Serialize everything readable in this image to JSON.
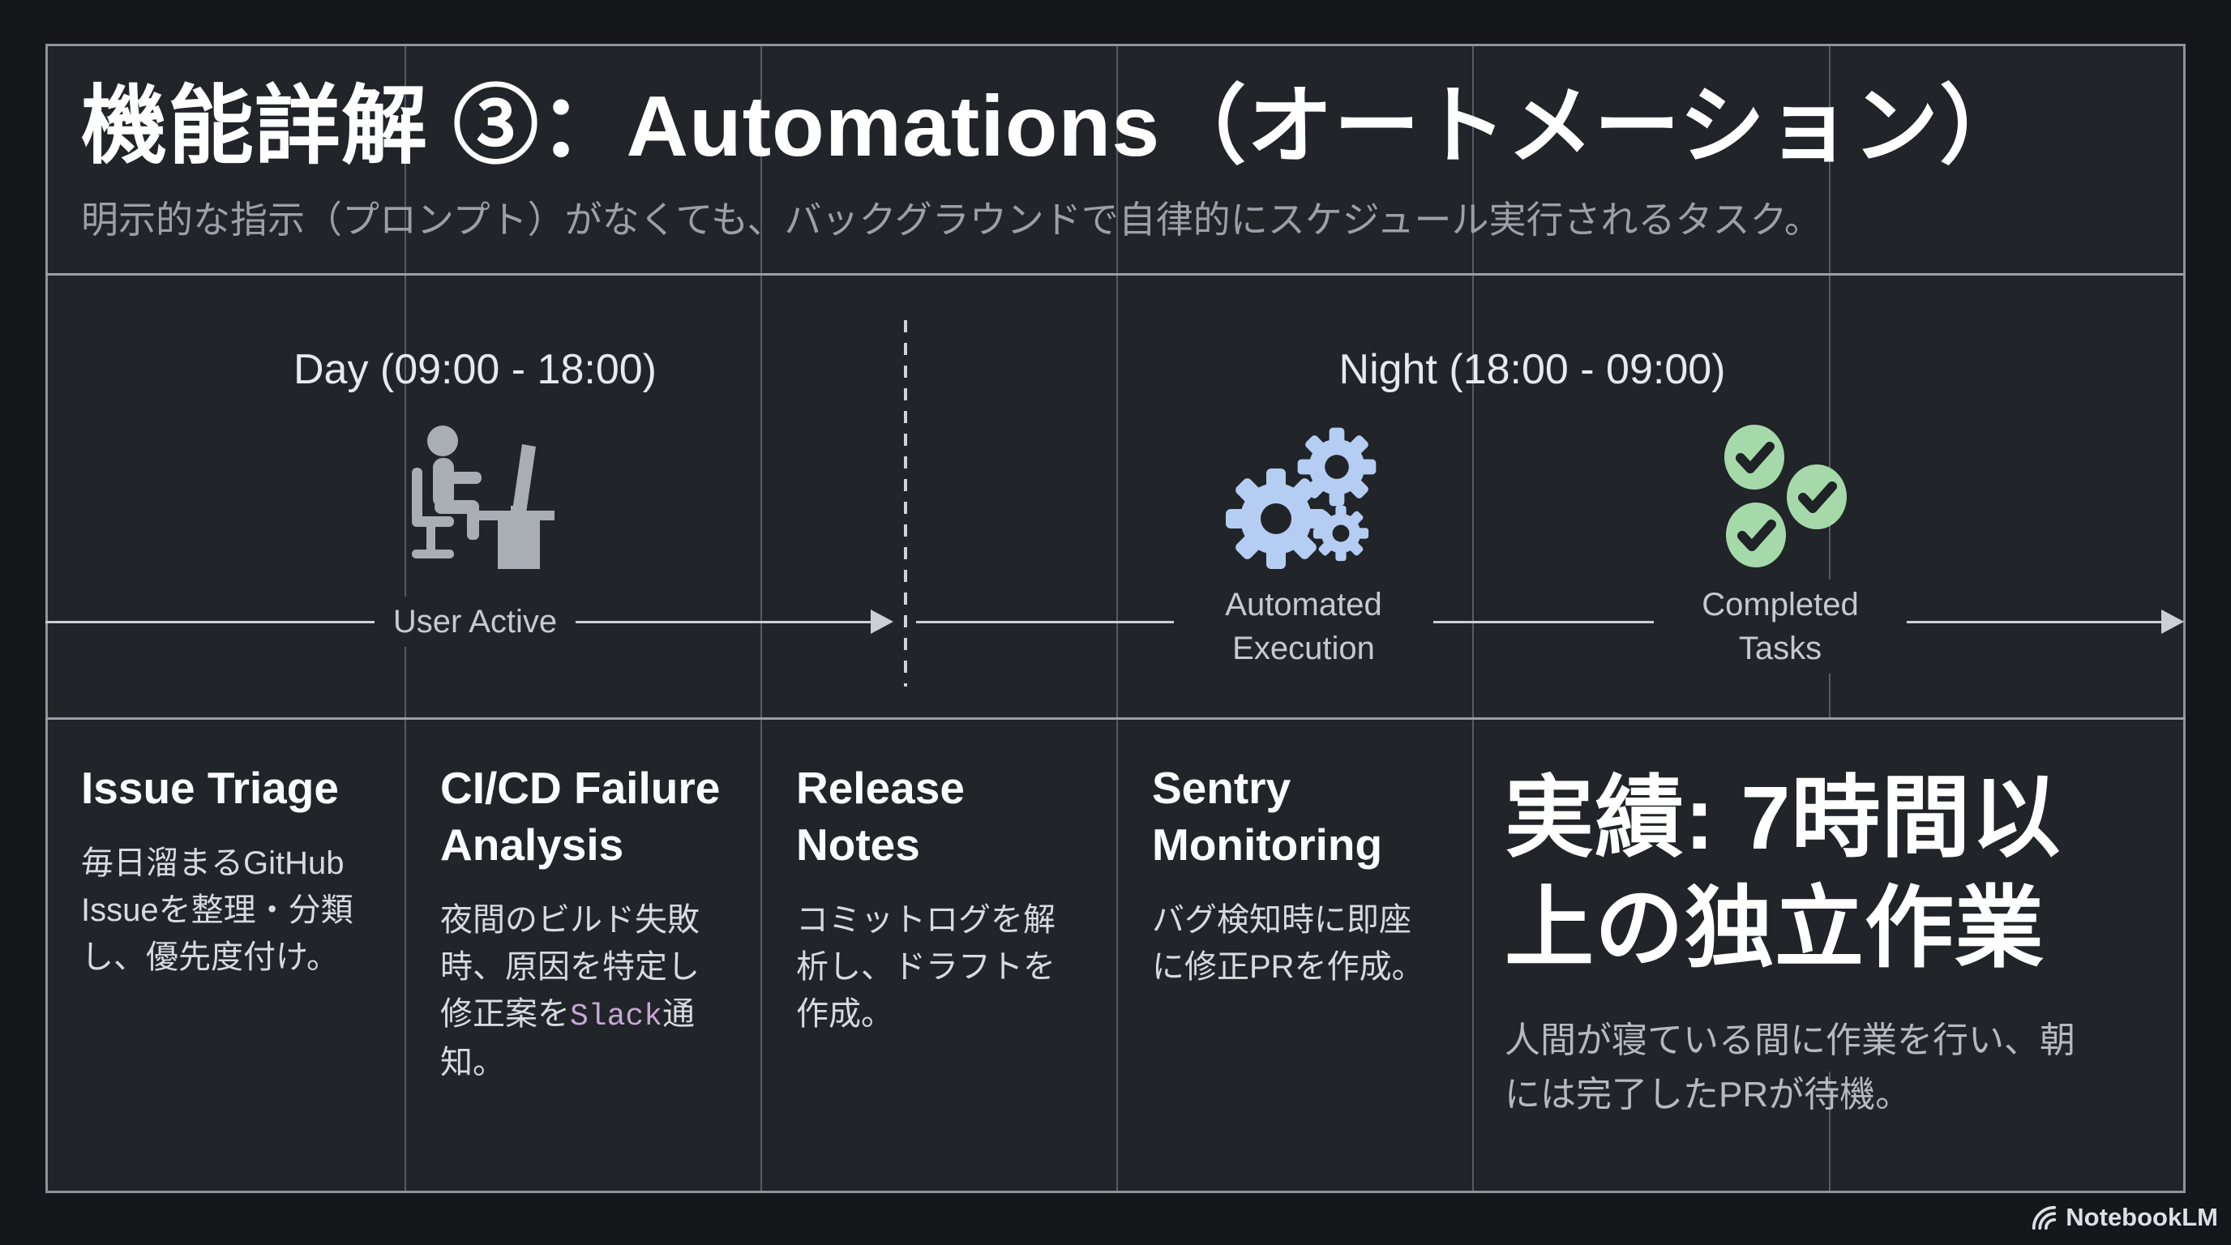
{
  "header": {
    "title": "機能詳解 ③：Automations（オートメーション）",
    "subtitle": "明示的な指示（プロンプト）がなくても、バックグラウンドで自律的にスケジュール実行されるタスク。"
  },
  "timeline": {
    "day_label": "Day (09:00 - 18:00)",
    "night_label": "Night (18:00 - 09:00)",
    "stages": {
      "user_active": "User Active",
      "automated_execution": "Automated\nExecution",
      "completed_tasks": "Completed\nTasks"
    },
    "icons": [
      "person-at-desk-icon",
      "gears-icon",
      "check-circles-icon"
    ]
  },
  "cards": [
    {
      "title": "Issue Triage",
      "body": "毎日溜まるGitHub\nIssueを整理・分類\nし、優先度付け。"
    },
    {
      "title": "CI/CD Failure\nAnalysis",
      "body_pre": "夜間のビルド失敗\n時、原因を特定し\n修正案を",
      "body_code": "Slack",
      "body_post": "通\n知。"
    },
    {
      "title": "Release\nNotes",
      "body": "コミットログを解\n析し、ドラフトを\n作成。"
    },
    {
      "title": "Sentry\nMonitoring",
      "body": "バグ検知時に即座\nに修正PRを作成。"
    }
  ],
  "highlight": {
    "title": "実績: 7時間以\n上の独立作業",
    "body": "人間が寝ている間に作業を行い、朝\nには完了したPRが待機。"
  },
  "footer": {
    "brand": "NotebookLM",
    "brand_icon": "notebooklm-swirl-icon"
  },
  "colors": {
    "background": "#16171b",
    "panel": "#212428",
    "grid_line": "#565b62",
    "separator": "#9aa0a7",
    "timeline": "#ccd0d5",
    "gear_blue": "#b5cdf2",
    "check_green": "#a5d9a9",
    "check_stroke": "#1f2226",
    "slack_purple": "#c7a7d5",
    "icon_gray": "#a9aeb4"
  }
}
